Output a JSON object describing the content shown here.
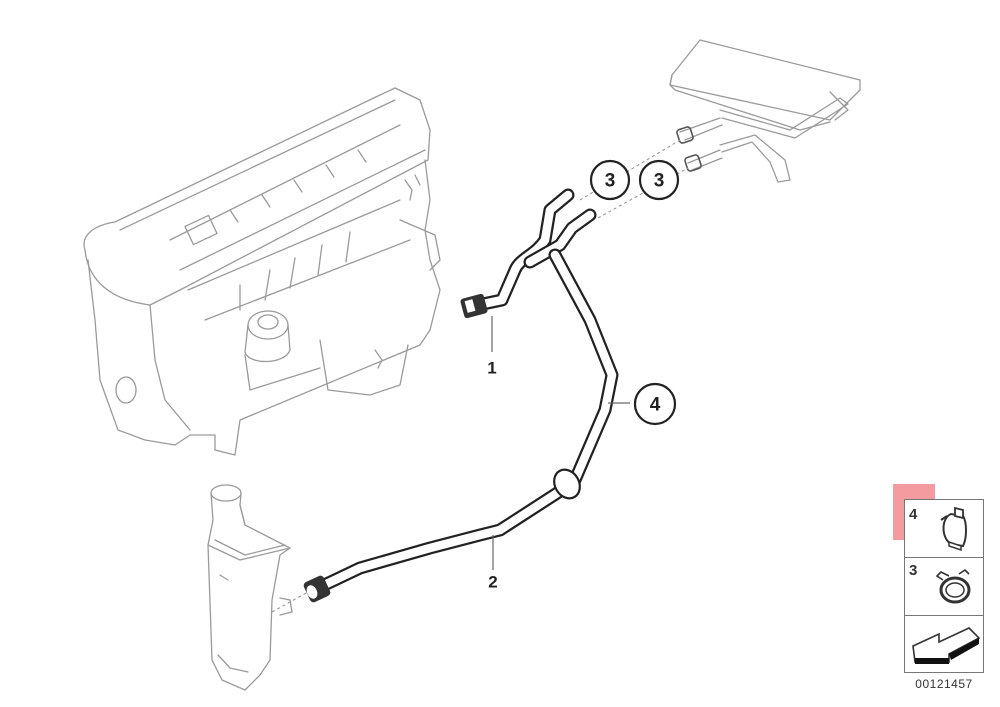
{
  "diagram": {
    "type": "exploded-parts-diagram",
    "subject": "Heater / coolant hose routing",
    "components": [
      {
        "id": "engine",
        "label": "Engine block (reference)"
      },
      {
        "id": "heater_core",
        "label": "Heater core (reference)"
      },
      {
        "id": "expansion_tank",
        "label": "Coolant expansion tank (reference)"
      }
    ],
    "callouts": [
      {
        "id": "c1",
        "number": "1",
        "style": "plain",
        "target": "Y-hose to engine connector"
      },
      {
        "id": "c2",
        "number": "2",
        "style": "plain",
        "target": "Hose to expansion tank"
      },
      {
        "id": "c3a",
        "number": "3",
        "style": "circled",
        "target": "Clamp (heater core upper pipe)"
      },
      {
        "id": "c3b",
        "number": "3",
        "style": "circled",
        "target": "Clamp (heater core lower pipe)"
      },
      {
        "id": "c4",
        "number": "4",
        "style": "circled",
        "target": "Long hose / clamp at joint"
      }
    ],
    "legend": {
      "rows": [
        {
          "number": "4",
          "icon": "hose-clamp-spring-icon",
          "highlighted": true
        },
        {
          "number": "3",
          "icon": "hose-clamp-worm-icon",
          "highlighted": false
        },
        {
          "number": "",
          "icon": "arrow-direction-icon",
          "highlighted": false
        }
      ],
      "highlight_color": "#f07a80"
    },
    "part_id": "00121457"
  }
}
